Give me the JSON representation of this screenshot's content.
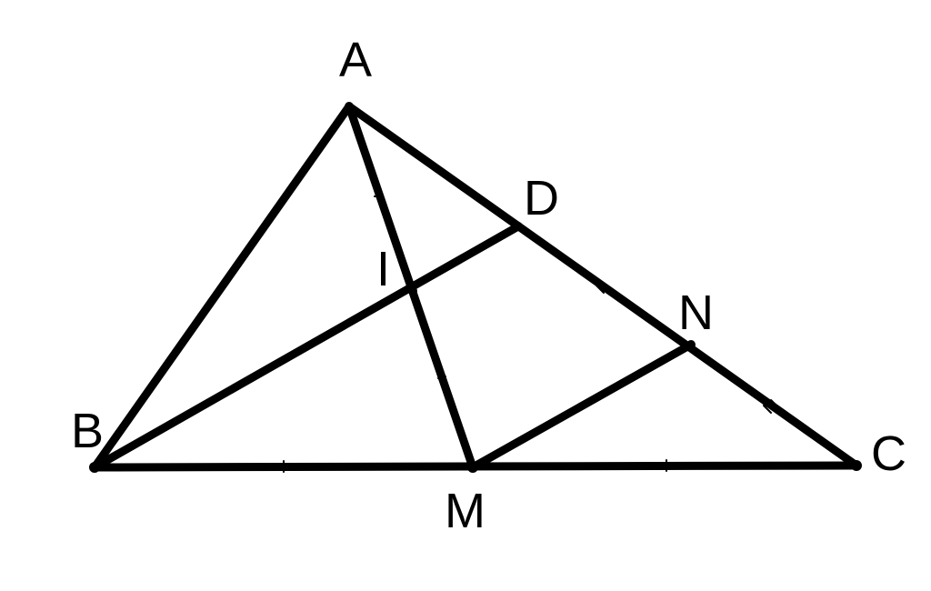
{
  "figure": {
    "points": {
      "A": "A",
      "B": "B",
      "C": "C",
      "D": "D",
      "I": "I",
      "M": "M",
      "N": "N"
    },
    "segments": [
      "AB",
      "AC",
      "BC",
      "AM",
      "BD",
      "MN"
    ],
    "colors": {
      "line": "#000000",
      "background": "#ffffff"
    }
  }
}
